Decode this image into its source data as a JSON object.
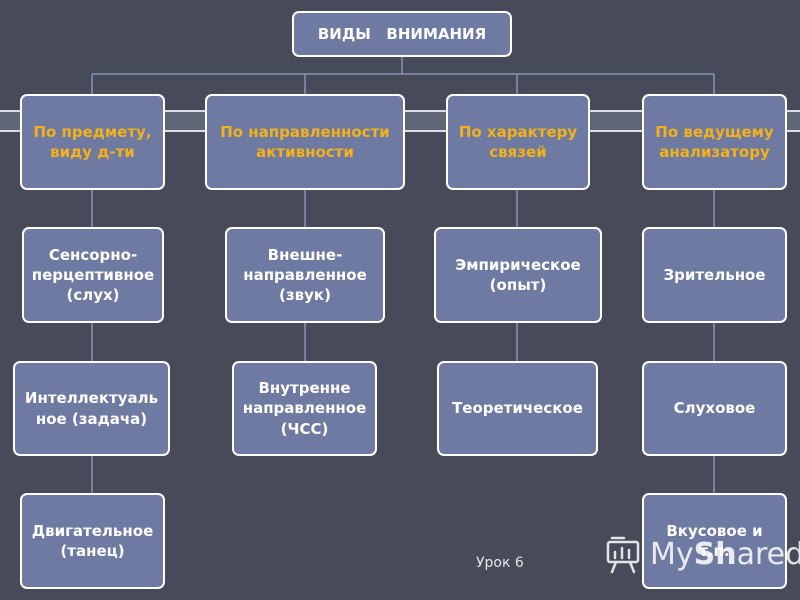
{
  "root": {
    "label": "ВИДЫ   ВНИМАНИЯ"
  },
  "categories": [
    {
      "label": "По предмету, виду д-ти",
      "children": [
        "Сенсорно-перцептивное (слух)",
        "Интеллектуаль ное (задача)",
        "Двигательное (танец)"
      ]
    },
    {
      "label": "По направленности активности",
      "children": [
        "Внешне-направленное (звук)",
        "Внутренне направленное (ЧСС)"
      ]
    },
    {
      "label": "По характеру связей",
      "children": [
        "Эмпирическое (опыт)",
        "Теоретическое"
      ]
    },
    {
      "label": "По ведущему анализатору",
      "children": [
        "Зрительное",
        "Слуховое",
        "Вкусовое и т.п."
      ]
    }
  ],
  "footer": {
    "label": "Урок 6"
  },
  "watermark": {
    "icon": "presentation-chart-icon",
    "text_light": "My",
    "text_bold": "Sh",
    "text_rest": "ared"
  },
  "colors": {
    "background": "#474a58",
    "node_fill": "#6e7aa1",
    "category_text": "#f3b21a",
    "line": "#8a93b8"
  }
}
